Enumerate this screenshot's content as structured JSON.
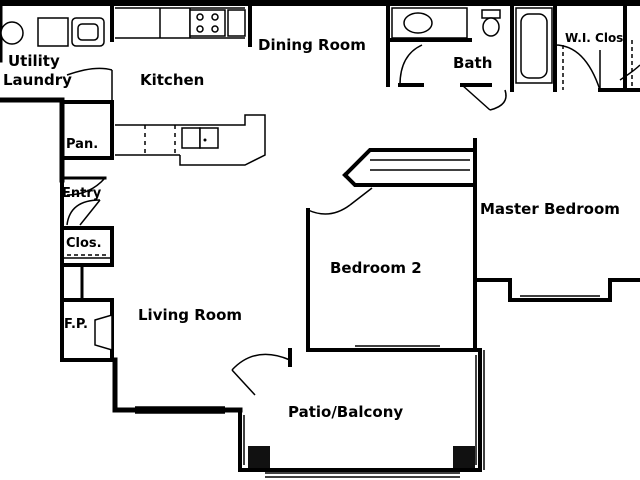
{
  "rooms": {
    "utility_laundry": [
      "Utility",
      "Laundry"
    ],
    "kitchen": "Kitchen",
    "dining_room": "Dining Room",
    "bath": "Bath",
    "wi_closet": "W.I. Clos.",
    "pantry": "Pan.",
    "entry": "Entry",
    "closet": "Clos.",
    "fireplace": "F.P.",
    "living_room": "Living Room",
    "bedroom_2": "Bedroom 2",
    "master_bedroom": "Master Bedroom",
    "patio_balcony": "Patio/Balcony"
  },
  "colors": {
    "line": "#000000",
    "background": "#ffffff"
  }
}
